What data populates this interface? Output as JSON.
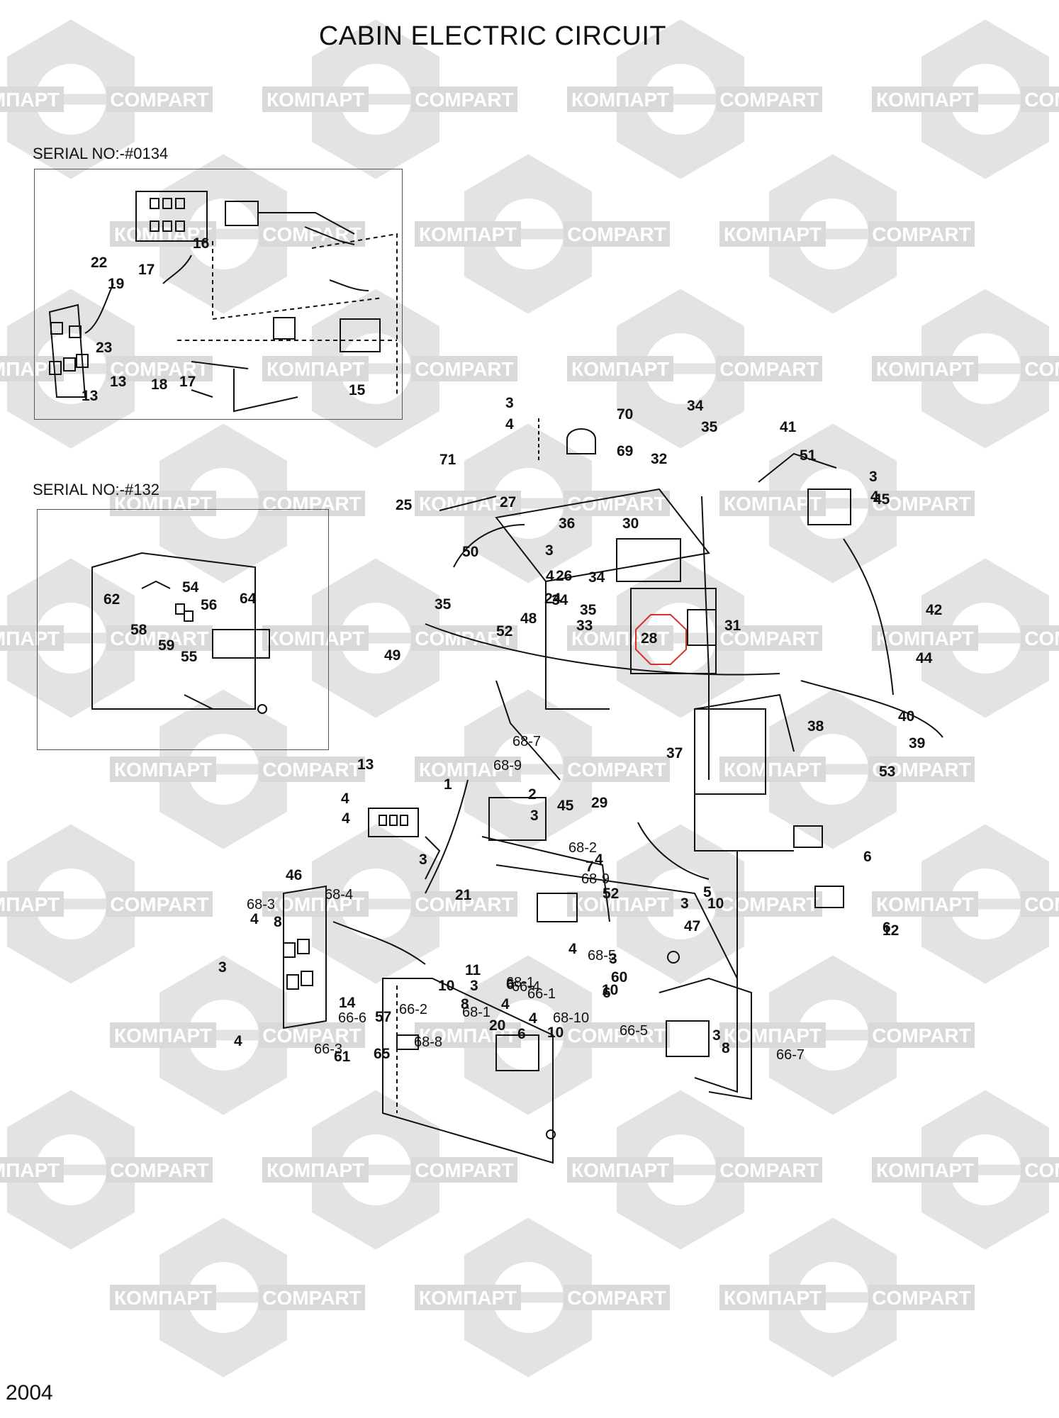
{
  "title": "CABIN  ELECTRIC CIRCUIT",
  "serial_1": "SERIAL NO:-#0134",
  "serial_2": "SERIAL NO:-#132",
  "page_number": "2004",
  "watermark": {
    "brand_cyr": "КОМПАРТ",
    "brand_lat": "COMPART",
    "color": "#d9d9d9"
  },
  "highlight_color": "#d9302a",
  "labels": [
    "16",
    "22",
    "17",
    "19",
    "23",
    "13",
    "18",
    "17",
    "13",
    "15",
    "54",
    "62",
    "56",
    "64",
    "58",
    "59",
    "55",
    "3",
    "4",
    "70",
    "34",
    "35",
    "41",
    "71",
    "69",
    "32",
    "51",
    "3",
    "4",
    "45",
    "27",
    "30",
    "25",
    "36",
    "50",
    "3",
    "4",
    "26",
    "34",
    "35",
    "48",
    "24",
    "34",
    "35",
    "33",
    "31",
    "42",
    "28",
    "52",
    "49",
    "44",
    "40",
    "38",
    "39",
    "37",
    "53",
    "68-7",
    "68-9",
    "13",
    "1",
    "2",
    "3",
    "29",
    "4",
    "45",
    "4",
    "3",
    "4",
    "68-2",
    "6",
    "46",
    "68-9",
    "7",
    "68-4",
    "21",
    "5",
    "52",
    "6",
    "68-3",
    "3",
    "10",
    "4",
    "8",
    "47",
    "3",
    "4",
    "12",
    "68-5",
    "11",
    "3",
    "60",
    "10",
    "6",
    "3",
    "4",
    "8",
    "68-1",
    "66-4",
    "66-1",
    "10",
    "14",
    "68-1",
    "66-6",
    "66-2",
    "57",
    "6",
    "4",
    "20",
    "68-10",
    "6",
    "10",
    "66-5",
    "3",
    "8",
    "66-7",
    "4",
    "66-3",
    "61",
    "68-8",
    "65"
  ]
}
